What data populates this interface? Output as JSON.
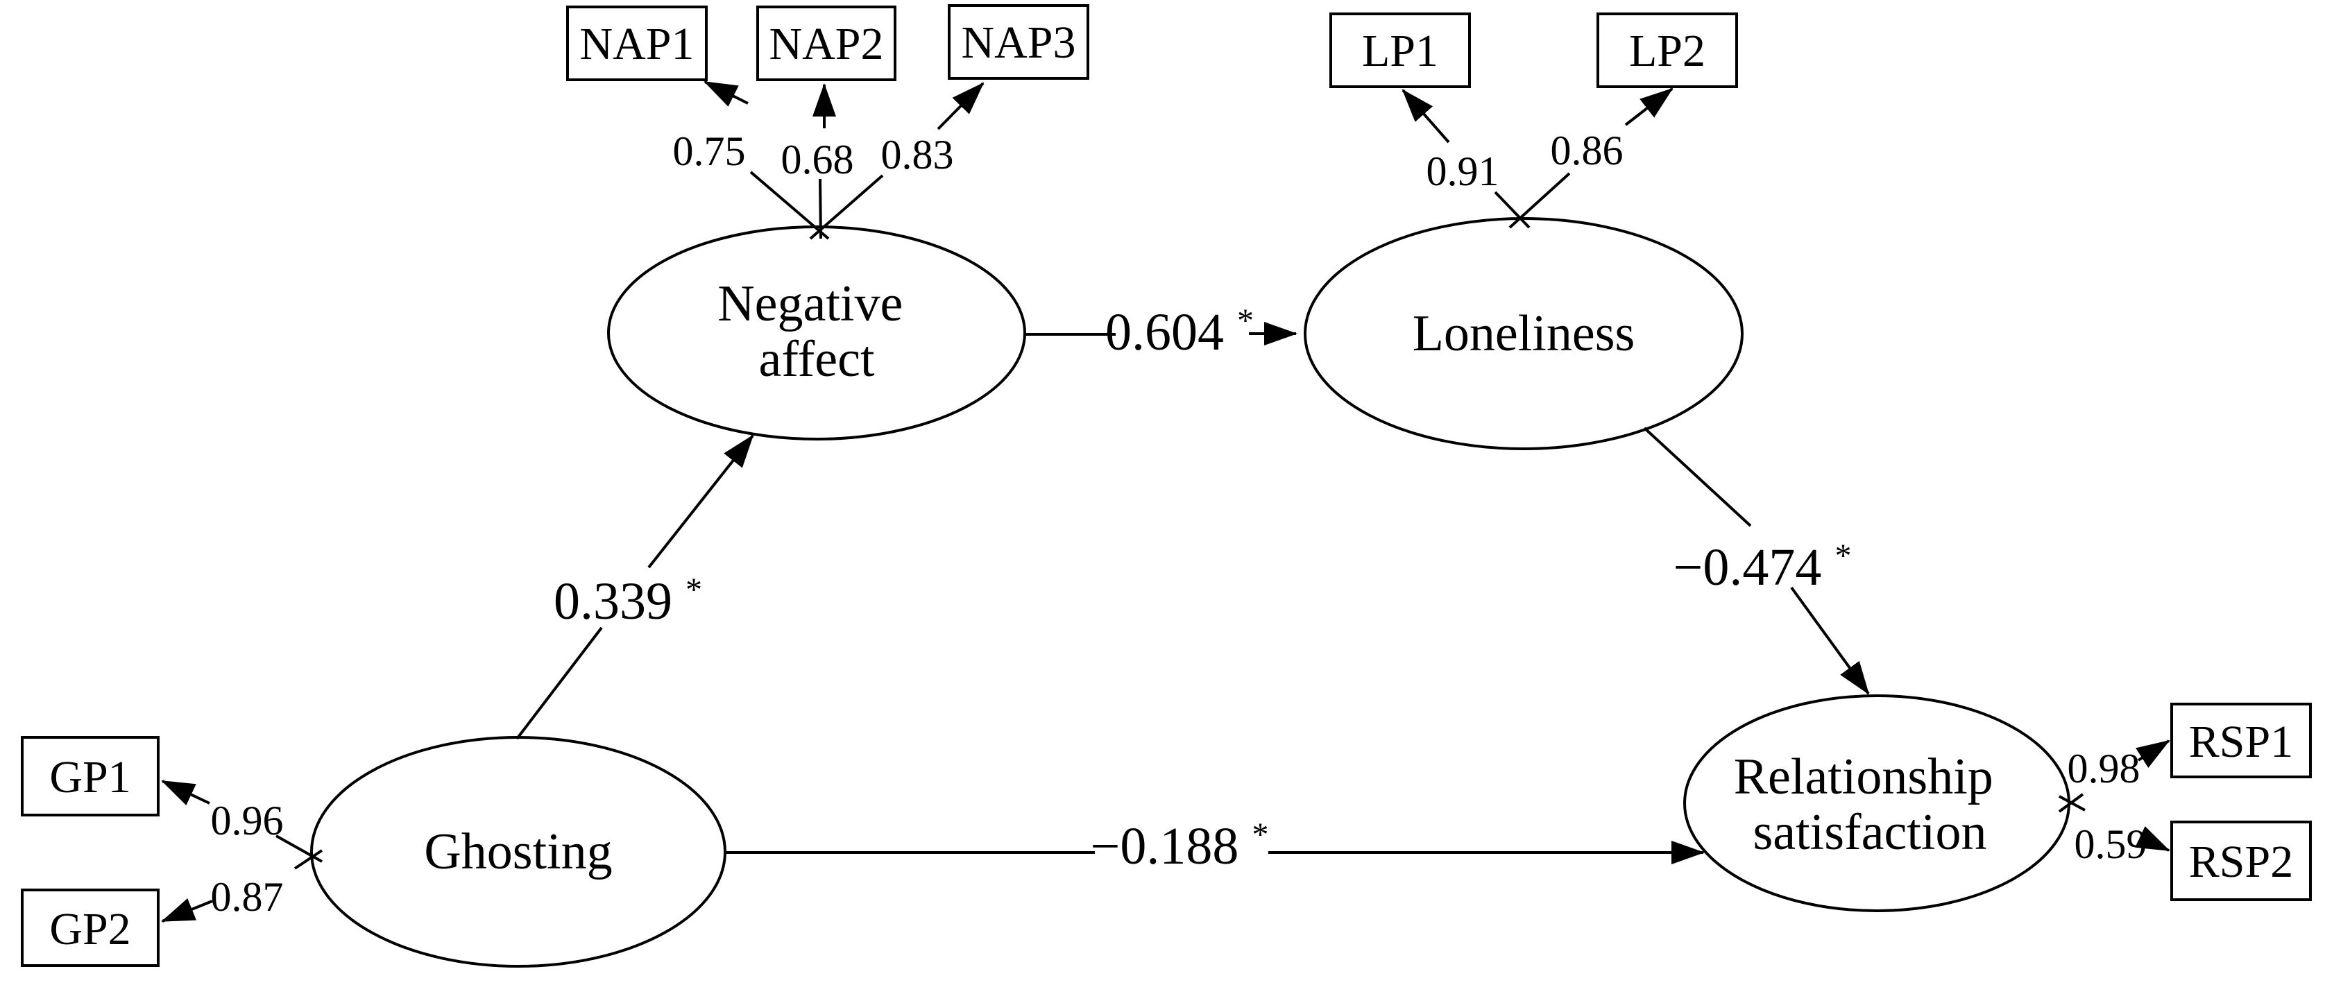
{
  "figure": {
    "kind": "structural-equation-model-path-diagram",
    "background_color": "#ffffff",
    "stroke_color": "#000000"
  },
  "latent": {
    "ghosting": {
      "label": "Ghosting"
    },
    "negative_affect": {
      "line1": "Negative",
      "line2": "affect"
    },
    "loneliness": {
      "label": "Loneliness"
    },
    "relationship_satisfaction": {
      "line1": "Relationship",
      "line2": "satisfaction"
    }
  },
  "indicators": {
    "nap1": {
      "label": "NAP1",
      "loading": "0.75"
    },
    "nap2": {
      "label": "NAP2",
      "loading": "0.68"
    },
    "nap3": {
      "label": "NAP3",
      "loading": "0.83"
    },
    "lp1": {
      "label": "LP1",
      "loading": "0.91"
    },
    "lp2": {
      "label": "LP2",
      "loading": "0.86"
    },
    "gp1": {
      "label": "GP1",
      "loading": "0.96"
    },
    "gp2": {
      "label": "GP2",
      "loading": "0.87"
    },
    "rsp1": {
      "label": "RSP1",
      "loading": "0.98"
    },
    "rsp2": {
      "label": "RSP2",
      "loading": "0.59"
    }
  },
  "paths": {
    "ghosting_to_negative_affect": {
      "value": "0.339",
      "sig": "*"
    },
    "negative_affect_to_loneliness": {
      "value": "0.604",
      "sig": "*"
    },
    "loneliness_to_relationship_satisfaction": {
      "value": "−0.474",
      "sig": "*"
    },
    "ghosting_to_relationship_satisfaction": {
      "value": "−0.188",
      "sig": "*"
    }
  }
}
